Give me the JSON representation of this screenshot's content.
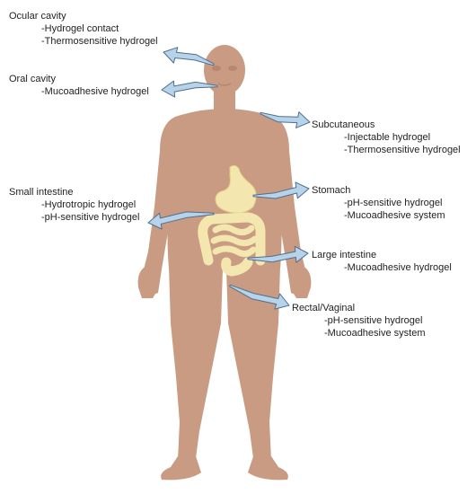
{
  "colors": {
    "skin": "#c89b82",
    "skin_shadow": "#b8876d",
    "organ": "#f3e6ae",
    "organ_outline": "#e2cf86",
    "arrow_fill": "#b7d3ea",
    "arrow_stroke": "#4f6f8c"
  },
  "annotations": [
    {
      "id": "ocular",
      "title": "Ocular cavity",
      "items": [
        "Hydrogel contact",
        "Thermosensitive hydrogel"
      ]
    },
    {
      "id": "oral",
      "title": "Oral cavity",
      "items": [
        "Mucoadhesive hydrogel"
      ]
    },
    {
      "id": "subcutaneous",
      "title": "Subcutaneous",
      "items": [
        "Injectable hydrogel",
        "Thermosensitive hydrogel"
      ]
    },
    {
      "id": "small_intestine",
      "title": "Small intestine",
      "items": [
        "Hydrotropic hydrogel",
        "pH-sensitive hydrogel"
      ]
    },
    {
      "id": "stomach",
      "title": "Stomach",
      "items": [
        "pH-sensitive hydrogel",
        "Mucoadhesive system"
      ]
    },
    {
      "id": "large_intestine",
      "title": "Large intestine",
      "items": [
        "Mucoadhesive hydrogel"
      ]
    },
    {
      "id": "rectal_vaginal",
      "title": "Rectal/Vaginal",
      "items": [
        "pH-sensitive hydrogel",
        "Mucoadhesive system"
      ]
    }
  ]
}
